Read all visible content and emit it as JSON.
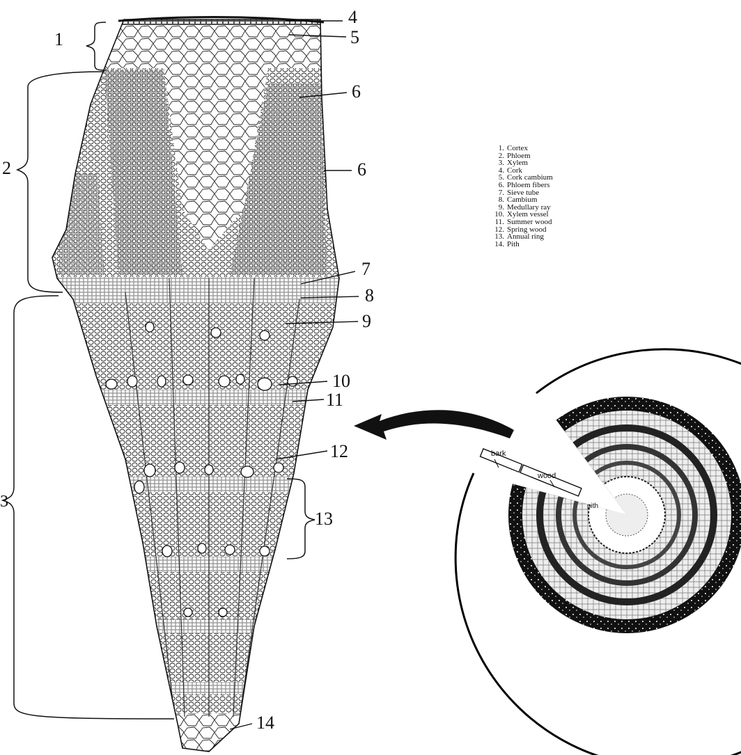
{
  "legend": [
    {
      "n": "1.",
      "term": "Cortex"
    },
    {
      "n": "2.",
      "term": "Phloem"
    },
    {
      "n": "3.",
      "term": "Xylem"
    },
    {
      "n": "4.",
      "term": "Cork"
    },
    {
      "n": "5.",
      "term": "Cork cambium"
    },
    {
      "n": "6.",
      "term": "Phloem fibers"
    },
    {
      "n": "7.",
      "term": "Sieve tube"
    },
    {
      "n": "8.",
      "term": "Cambium"
    },
    {
      "n": "9.",
      "term": "Medullary ray"
    },
    {
      "n": "10.",
      "term": "Xylem vessel"
    },
    {
      "n": "11.",
      "term": "Summer wood"
    },
    {
      "n": "12.",
      "term": "Spring wood"
    },
    {
      "n": "13.",
      "term": "Annual ring"
    },
    {
      "n": "14.",
      "term": "Pith"
    }
  ],
  "callouts": {
    "c1": "1",
    "c2": "2",
    "c3": "3",
    "c4": "4",
    "c5": "5",
    "c6a": "6",
    "c6b": "6",
    "c7": "7",
    "c8": "8",
    "c9": "9",
    "c10": "10",
    "c11": "11",
    "c12": "12",
    "c13": "13",
    "c14": "14"
  },
  "inset": {
    "bark": "bark",
    "wood": "wood",
    "pith": "pith"
  }
}
